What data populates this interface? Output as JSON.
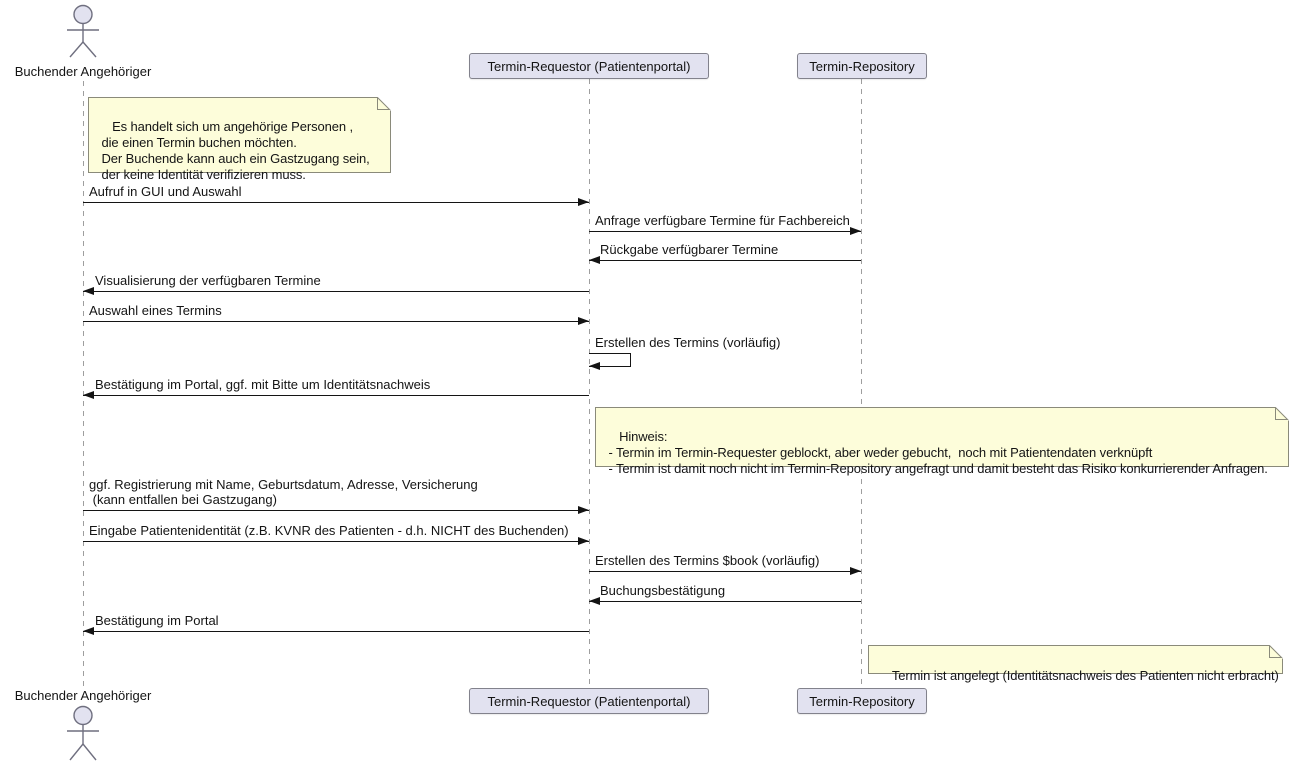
{
  "diagram": {
    "type": "uml-sequence-diagram",
    "colors": {
      "background": "#FFFFFF",
      "participant_fill": "#E2E2F0",
      "participant_border": "#82828C",
      "note_fill": "#FDFDDA",
      "note_border": "#8A8A7A",
      "lifeline": "#9E9E9E",
      "arrow_and_text": "#141414"
    }
  },
  "actor": {
    "label": "Buchender Angehöriger"
  },
  "participants": {
    "requestor": {
      "label": "Termin-Requestor (Patientenportal)"
    },
    "repository": {
      "label": "Termin-Repository"
    }
  },
  "notes": {
    "intro": {
      "over": "Buchender Angehöriger",
      "text": "Es handelt sich um angehörige Personen ,\n die einen Termin buchen möchten.\n Der Buchende kann auch ein Gastzugang sein,\n der keine Identität verifizieren muss."
    },
    "hinweis": {
      "over": "Termin-Requestor (Patientenportal), Termin-Repository",
      "text": "Hinweis:\n - Termin im Termin-Requester geblockt, aber weder gebucht,  noch mit Patientendaten verknüpft\n - Termin ist damit noch nicht im Termin-Repository angefragt und damit besteht das Risiko konkurrierender Anfragen."
    },
    "result": {
      "over": "Termin-Repository",
      "text": "Termin ist angelegt (Identitätsnachweis des Patienten nicht erbracht)"
    }
  },
  "messages": [
    {
      "from": "Buchender Angehöriger",
      "to": "Termin-Requestor (Patientenportal)",
      "direction": "right",
      "label": "Aufruf in GUI und Auswahl"
    },
    {
      "from": "Termin-Requestor (Patientenportal)",
      "to": "Termin-Repository",
      "direction": "right",
      "label": "Anfrage verfügbare Termine für Fachbereich"
    },
    {
      "from": "Termin-Repository",
      "to": "Termin-Requestor (Patientenportal)",
      "direction": "left",
      "label": "Rückgabe verfügbarer Termine"
    },
    {
      "from": "Termin-Requestor (Patientenportal)",
      "to": "Buchender Angehöriger",
      "direction": "left",
      "label": "Visualisierung der verfügbaren Termine"
    },
    {
      "from": "Buchender Angehöriger",
      "to": "Termin-Requestor (Patientenportal)",
      "direction": "right",
      "label": "Auswahl eines Termins"
    },
    {
      "from": "Termin-Requestor (Patientenportal)",
      "to": "Termin-Requestor (Patientenportal)",
      "direction": "self",
      "label": "Erstellen des Termins (vorläufig)"
    },
    {
      "from": "Termin-Requestor (Patientenportal)",
      "to": "Buchender Angehöriger",
      "direction": "left",
      "label": "Bestätigung im Portal, ggf. mit Bitte um Identitätsnachweis"
    },
    {
      "from": "Buchender Angehöriger",
      "to": "Termin-Requestor (Patientenportal)",
      "direction": "right",
      "label": "ggf. Registrierung mit Name, Geburtsdatum, Adresse, Versicherung\n (kann entfallen bei Gastzugang)"
    },
    {
      "from": "Buchender Angehöriger",
      "to": "Termin-Requestor (Patientenportal)",
      "direction": "right",
      "label": "Eingabe Patientenidentität (z.B. KVNR des Patienten - d.h. NICHT des Buchenden)"
    },
    {
      "from": "Termin-Requestor (Patientenportal)",
      "to": "Termin-Repository",
      "direction": "right",
      "label": "Erstellen des Termins $book (vorläufig)"
    },
    {
      "from": "Termin-Repository",
      "to": "Termin-Requestor (Patientenportal)",
      "direction": "left",
      "label": "Buchungsbestätigung"
    },
    {
      "from": "Termin-Requestor (Patientenportal)",
      "to": "Buchender Angehöriger",
      "direction": "left",
      "label": "Bestätigung im Portal"
    }
  ]
}
